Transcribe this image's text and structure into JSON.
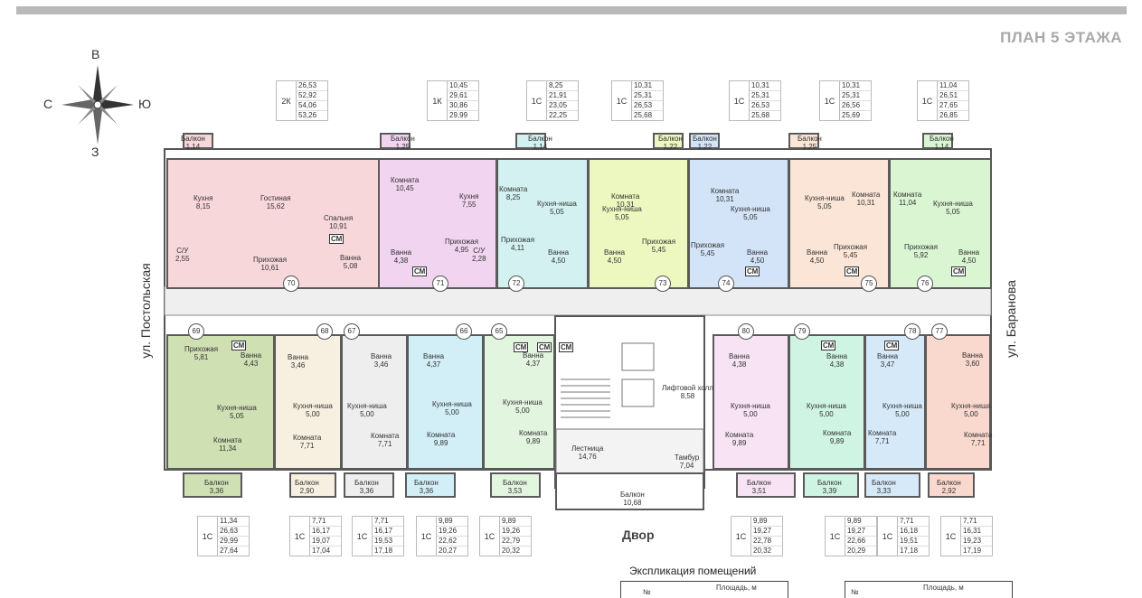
{
  "header": {
    "title": "ПЛАН 5 ЭТАЖА"
  },
  "compass": {
    "n": "В",
    "s": "З",
    "w": "С",
    "e": "Ю"
  },
  "streets": {
    "left": "ул. Постольская",
    "right": "ул. Баранова"
  },
  "top_cards": [
    {
      "type": "2К",
      "vals": [
        "26,53",
        "52,92",
        "54,06",
        "53,26"
      ]
    },
    {
      "type": "1К",
      "vals": [
        "10,45",
        "29,61",
        "30,86",
        "29,99"
      ]
    },
    {
      "type": "1С",
      "vals": [
        "8,25",
        "21,91",
        "23,05",
        "22,25"
      ]
    },
    {
      "type": "1С",
      "vals": [
        "10,31",
        "25,31",
        "26,53",
        "25,68"
      ]
    },
    {
      "type": "1С",
      "vals": [
        "10,31",
        "25,31",
        "26,53",
        "25,68"
      ]
    },
    {
      "type": "1С",
      "vals": [
        "10,31",
        "25,31",
        "26,56",
        "25,69"
      ]
    },
    {
      "type": "1С",
      "vals": [
        "11,04",
        "26,51",
        "27,65",
        "26,85"
      ]
    }
  ],
  "bottom_cards": [
    {
      "type": "1С",
      "vals": [
        "11,34",
        "26,63",
        "29,99",
        "27,64"
      ]
    },
    {
      "type": "1С",
      "vals": [
        "7,71",
        "16,17",
        "19,07",
        "17,04"
      ]
    },
    {
      "type": "1С",
      "vals": [
        "7,71",
        "16,17",
        "19,53",
        "17,18"
      ]
    },
    {
      "type": "1С",
      "vals": [
        "9,89",
        "19,26",
        "22,62",
        "20,27"
      ]
    },
    {
      "type": "1С",
      "vals": [
        "9,89",
        "19,26",
        "22,79",
        "20,32"
      ]
    },
    {
      "type": "1С",
      "vals": [
        "9,89",
        "19,27",
        "22,78",
        "20,32"
      ]
    },
    {
      "type": "1С",
      "vals": [
        "9,89",
        "19,27",
        "22,66",
        "20,29"
      ]
    },
    {
      "type": "1С",
      "vals": [
        "7,71",
        "16,18",
        "19,51",
        "17,18"
      ]
    },
    {
      "type": "1С",
      "vals": [
        "7,71",
        "16,31",
        "19,23",
        "17,19"
      ]
    }
  ],
  "rooms": [
    {
      "name": "Балкон",
      "area": "1,14"
    },
    {
      "name": "Кухня",
      "area": "8,15"
    },
    {
      "name": "Гостиная",
      "area": "15,62"
    },
    {
      "name": "Спальня",
      "area": "10,91"
    },
    {
      "name": "С/У",
      "area": "2,55"
    },
    {
      "name": "Прихожая",
      "area": "10,61"
    },
    {
      "name": "Ванна",
      "area": "5,08"
    },
    {
      "name": "Балкон",
      "area": "1,25"
    },
    {
      "name": "Комната",
      "area": "10,45"
    },
    {
      "name": "Кухня",
      "area": "7,55"
    },
    {
      "name": "Ванна",
      "area": "4,38"
    },
    {
      "name": "Прихожая",
      "area": "4,95"
    },
    {
      "name": "С/У",
      "area": "2,28"
    },
    {
      "name": "Балкон",
      "area": "1,14"
    },
    {
      "name": "Комната",
      "area": "8,25"
    },
    {
      "name": "Кухня-ниша",
      "area": "5,05"
    },
    {
      "name": "Прихожая",
      "area": "4,11"
    },
    {
      "name": "Ванна",
      "area": "4,50"
    },
    {
      "name": "Балкон",
      "area": "1,22"
    },
    {
      "name": "Комната",
      "area": "10,31"
    },
    {
      "name": "Кухня-ниша",
      "area": "5,05"
    },
    {
      "name": "Ванна",
      "area": "4,50"
    },
    {
      "name": "Прихожая",
      "area": "5,45"
    },
    {
      "name": "Балкон",
      "area": "1,22"
    },
    {
      "name": "Комната",
      "area": "10,31"
    },
    {
      "name": "Кухня-ниша",
      "area": "5,05"
    },
    {
      "name": "Прихожая",
      "area": "5,45"
    },
    {
      "name": "Ванна",
      "area": "4,50"
    },
    {
      "name": "Балкон",
      "area": "1,25"
    },
    {
      "name": "Кухня-ниша",
      "area": "5,05"
    },
    {
      "name": "Комната",
      "area": "10,31"
    },
    {
      "name": "Ванна",
      "area": "4,50"
    },
    {
      "name": "Прихожая",
      "area": "5,45"
    },
    {
      "name": "Балкон",
      "area": "1,14"
    },
    {
      "name": "Комната",
      "area": "11,04"
    },
    {
      "name": "Кухня-ниша",
      "area": "5,05"
    },
    {
      "name": "Прихожая",
      "area": "5,92"
    },
    {
      "name": "Ванна",
      "area": "4,50"
    },
    {
      "name": "Прихожая",
      "area": "5,81"
    },
    {
      "name": "Ванна",
      "area": "4,43"
    },
    {
      "name": "Кухня-ниша",
      "area": "5,05"
    },
    {
      "name": "Комната",
      "area": "11,34"
    },
    {
      "name": "Балкон",
      "area": "3,36"
    },
    {
      "name": "Ванна",
      "area": "3,46"
    },
    {
      "name": "Кухня-ниша",
      "area": "5,00"
    },
    {
      "name": "Комната",
      "area": "7,71"
    },
    {
      "name": "Балкон",
      "area": "2,90"
    },
    {
      "name": "Ванна",
      "area": "3,46"
    },
    {
      "name": "Кухня-ниша",
      "area": "5,00"
    },
    {
      "name": "Комната",
      "area": "7,71"
    },
    {
      "name": "Балкон",
      "area": "3,36"
    },
    {
      "name": "Ванна",
      "area": "4,37"
    },
    {
      "name": "Кухня-ниша",
      "area": "5,00"
    },
    {
      "name": "Комната",
      "area": "9,89"
    },
    {
      "name": "Балкон",
      "area": "3,36"
    },
    {
      "name": "Ванна",
      "area": "4,37"
    },
    {
      "name": "Кухня-ниша",
      "area": "5,00"
    },
    {
      "name": "Комната",
      "area": "9,89"
    },
    {
      "name": "Балкон",
      "area": "3,53"
    },
    {
      "name": "Лифтовой холл",
      "area": "8,58"
    },
    {
      "name": "Лестница",
      "area": "14,76"
    },
    {
      "name": "Тамбур",
      "area": "7,04"
    },
    {
      "name": "Балкон",
      "area": "10,68"
    },
    {
      "name": "Ванна",
      "area": "4,38"
    },
    {
      "name": "Кухня-ниша",
      "area": "5,00"
    },
    {
      "name": "Комната",
      "area": "9,89"
    },
    {
      "name": "Балкон",
      "area": "3,51"
    },
    {
      "name": "Ванна",
      "area": "4,38"
    },
    {
      "name": "Кухня-ниша",
      "area": "5,00"
    },
    {
      "name": "Комната",
      "area": "9,89"
    },
    {
      "name": "Балкон",
      "area": "3,39"
    },
    {
      "name": "Ванна",
      "area": "3,47"
    },
    {
      "name": "Кухня-ниша",
      "area": "5,00"
    },
    {
      "name": "Комната",
      "area": "7,71"
    },
    {
      "name": "Балкон",
      "area": "3,33"
    },
    {
      "name": "Ванна",
      "area": "3,60"
    },
    {
      "name": "Кухня-ниша",
      "area": "5,00"
    },
    {
      "name": "Комната",
      "area": "7,71"
    },
    {
      "name": "Балкон",
      "area": "2,92"
    }
  ],
  "unit_numbers": [
    "70",
    "71",
    "72",
    "73",
    "74",
    "75",
    "76",
    "69",
    "68",
    "67",
    "66",
    "65",
    "80",
    "79",
    "78",
    "77"
  ],
  "cm_label": "СМ",
  "courtyard": "Двор",
  "explication": {
    "title": "Экспликация помещений",
    "col_no": "№",
    "col_area": "Площадь, м"
  }
}
